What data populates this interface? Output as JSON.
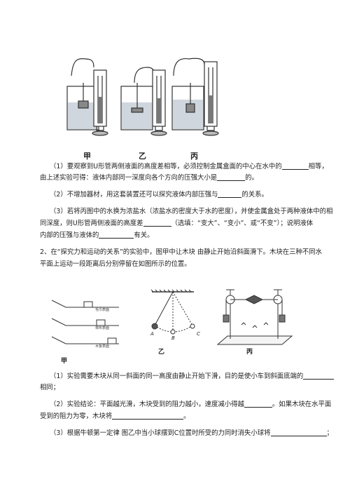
{
  "figure1": {
    "labels": [
      "甲",
      "乙",
      "丙"
    ]
  },
  "q1": {
    "p1_line1": "（1）要观察到U形管两侧液面的高度差相等，必须控制金属盒面的中心在水中的",
    "p1_line1_end": "相等，",
    "p1_line2": "由上述实验可得：液体内部同一深度向各个方向的压强大小是",
    "p1_line2_end": "的。",
    "p2": "（2）不增加器材，用这套装置还可以探究液体内部压强与",
    "p2_end": "的关系。",
    "p3_line1": "（3）若将丙图中的水换为浓盐水（浓盐水的密度大于水的密度），并使金属盒处于两种液体中的相",
    "p3_line2": "同深度，则U形管两侧液面的高度差",
    "p3_line2_end": "（选填：“变大”、“变小”、或“不变”）；说明液体",
    "p3_line3": "内部的压强与液体的",
    "p3_line3_end": "有关。"
  },
  "q2": {
    "intro_line1": "2、在“探究力和运动的关系”的实验中，图甲中让木块 由静止开始沿斜面滑下。木块在三种不同水",
    "intro_line2": "平面上运动一段距离后分别停留在如图所示的位置。",
    "figure_labels": [
      "甲",
      "乙",
      "丙"
    ],
    "surface_labels": [
      "毛巾表面",
      "棉布表面",
      "木板表面"
    ],
    "pendulum_labels": [
      "A",
      "B",
      "C"
    ],
    "p1_line1": "（1）实验需要木块从同一斜面的同一高度由静止开始下滑，目的是使小车到斜面底端的",
    "p1_line2": "相同；",
    "p2_line1": "（2）实验结论：平面越光滑，木块受到的阻力越小，速度减小得越",
    "p2_line1_end": "。如果木块在水平面",
    "p2_line2": "受到的阻力为零，木块将",
    "p2_line2_end": "。",
    "p3": "（3）根据牛顿第一定律 图乙中当小球摆到C位置时所受的力同时消失小球将",
    "p3_end": "；"
  }
}
